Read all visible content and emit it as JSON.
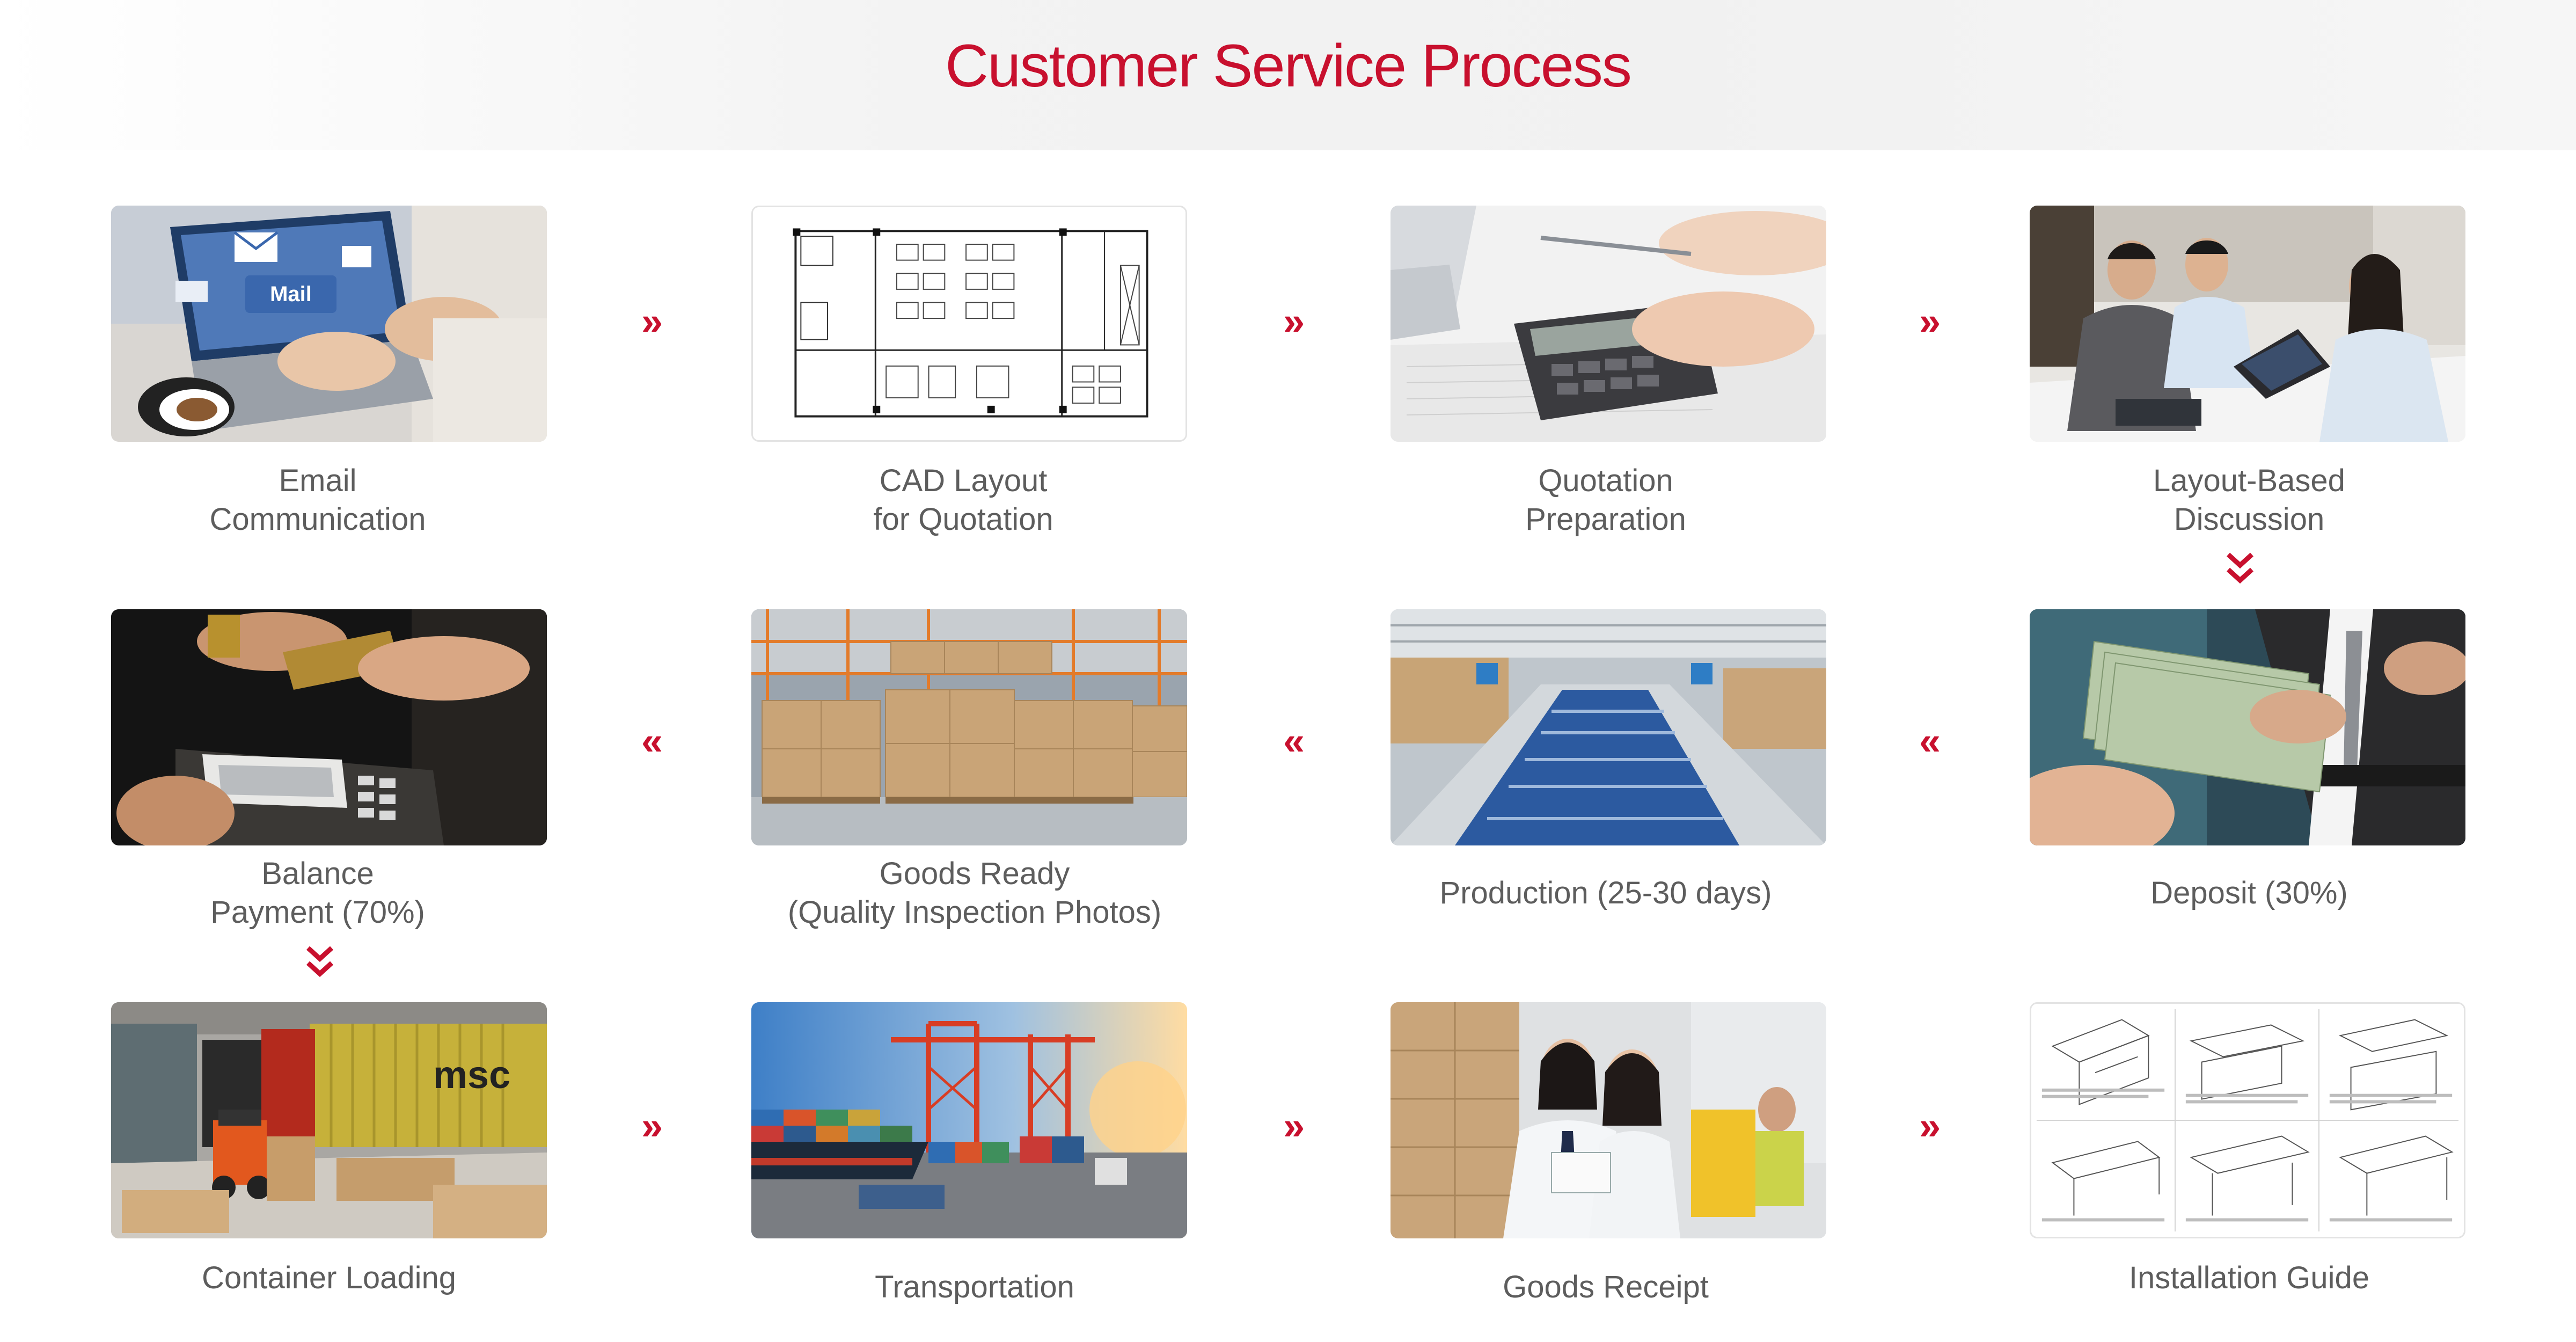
{
  "title": "Customer Service Process",
  "colors": {
    "accent": "#c8102e",
    "label": "#5d5d5d"
  },
  "arrow_right": "»",
  "arrow_left": "«",
  "steps": [
    {
      "label": "Email\nCommunication",
      "image": "laptop-mail-photo"
    },
    {
      "label": "CAD Layout\nfor Quotation",
      "image": "cad-floorplan-drawing"
    },
    {
      "label": "Quotation\nPreparation",
      "image": "calculator-photo"
    },
    {
      "label": "Layout-Based\nDiscussion",
      "image": "meeting-photo"
    },
    {
      "label": "Deposit (30%)",
      "image": "cash-handover-photo"
    },
    {
      "label": "Production (25-30 days)",
      "image": "factory-conveyor-photo"
    },
    {
      "label": "Goods Ready\n(Quality Inspection Photos)",
      "image": "warehouse-boxes-photo"
    },
    {
      "label": "Balance\nPayment (70%)",
      "image": "card-payment-photo"
    },
    {
      "label": "Container Loading",
      "image": "container-forklift-photo"
    },
    {
      "label": "Transportation",
      "image": "port-cranes-photo"
    },
    {
      "label": "Goods Receipt",
      "image": "receipt-inspection-photo"
    },
    {
      "label": "Installation Guide",
      "image": "assembly-manual-drawing"
    }
  ]
}
